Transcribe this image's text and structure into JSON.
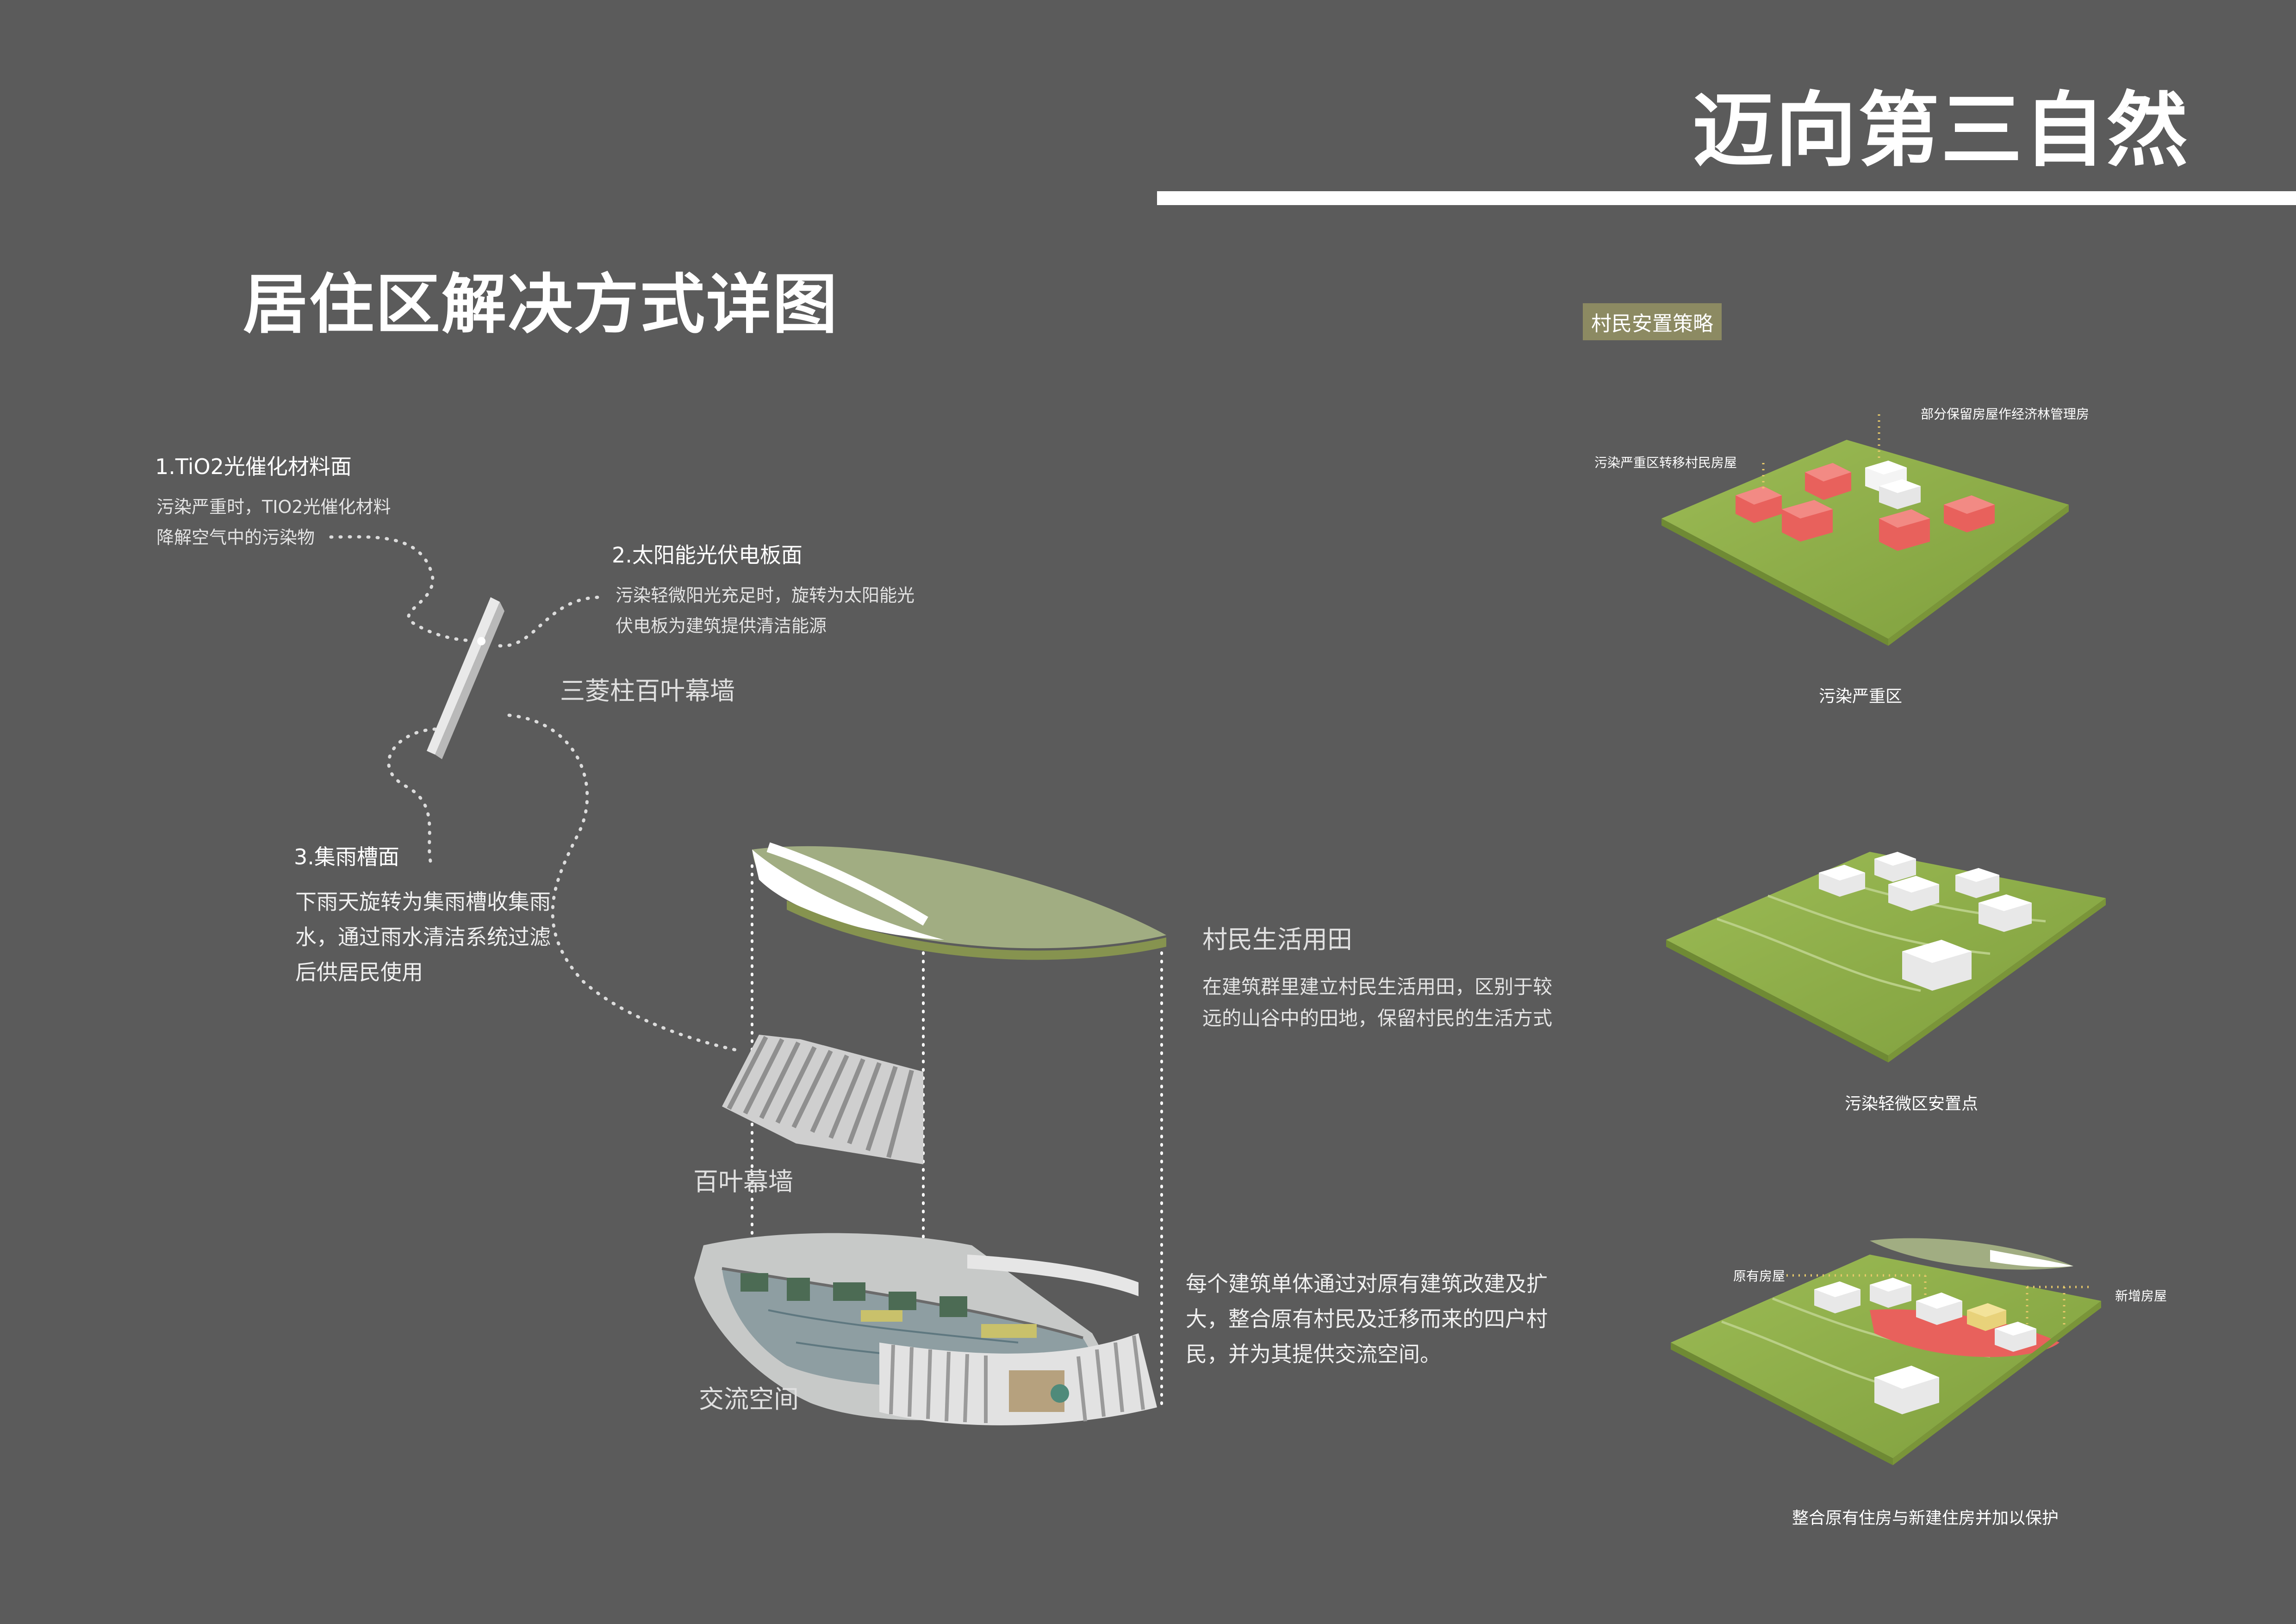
{
  "header": {
    "main_title": "迈向第三自然",
    "section_title": "居住区解决方式详图"
  },
  "left_panel": {
    "item1": {
      "title": "1.TiO2光催化材料面",
      "desc_line1": "污染严重时，TIO2光催化材料",
      "desc_line2": "降解空气中的污染物"
    },
    "item2": {
      "title": "2.太阳能光伏电板面",
      "desc_line1": "污染轻微阳光充足时，旋转为太阳能光",
      "desc_line2": "伏电板为建筑提供清洁能源"
    },
    "item3": {
      "title": "3.集雨槽面",
      "desc_line1": "下雨天旋转为集雨槽收集雨",
      "desc_line2": "水，通过雨水清洁系统过滤",
      "desc_line3": "后供居民使用"
    },
    "column_label": "三菱柱百叶幕墙"
  },
  "center_panel": {
    "field_title": "村民生活用田",
    "field_desc_line1": "在建筑群里建立村民生活用田，区别于较",
    "field_desc_line2": "远的山谷中的田地，保留村民的生活方式",
    "louver_label": "百叶幕墙",
    "space_label": "交流空间",
    "space_desc_line1": "每个建筑单体通过对原有建筑改建及扩",
    "space_desc_line2": "大，整合原有村民及迁移而来的四户村",
    "space_desc_line3": "民，并为其提供交流空间。"
  },
  "right_panel": {
    "tag": "村民安置策略",
    "d1": {
      "label_a": "部分保留房屋作经济林管理房",
      "label_b": "污染严重区转移村民房屋",
      "caption": "污染严重区"
    },
    "d2": {
      "caption": "污染轻微区安置点"
    },
    "d3": {
      "label_a": "原有房屋",
      "label_b": "新增房屋",
      "caption": "整合原有住房与新建住房并加以保护"
    }
  },
  "colors": {
    "background": "#5b5b5b",
    "grass": "#8fb04a",
    "relocated_house": "#e86a64",
    "kept_house": "#f4f4f4",
    "new_house": "#e8d27a",
    "tag_bg": "#8c8a62"
  }
}
